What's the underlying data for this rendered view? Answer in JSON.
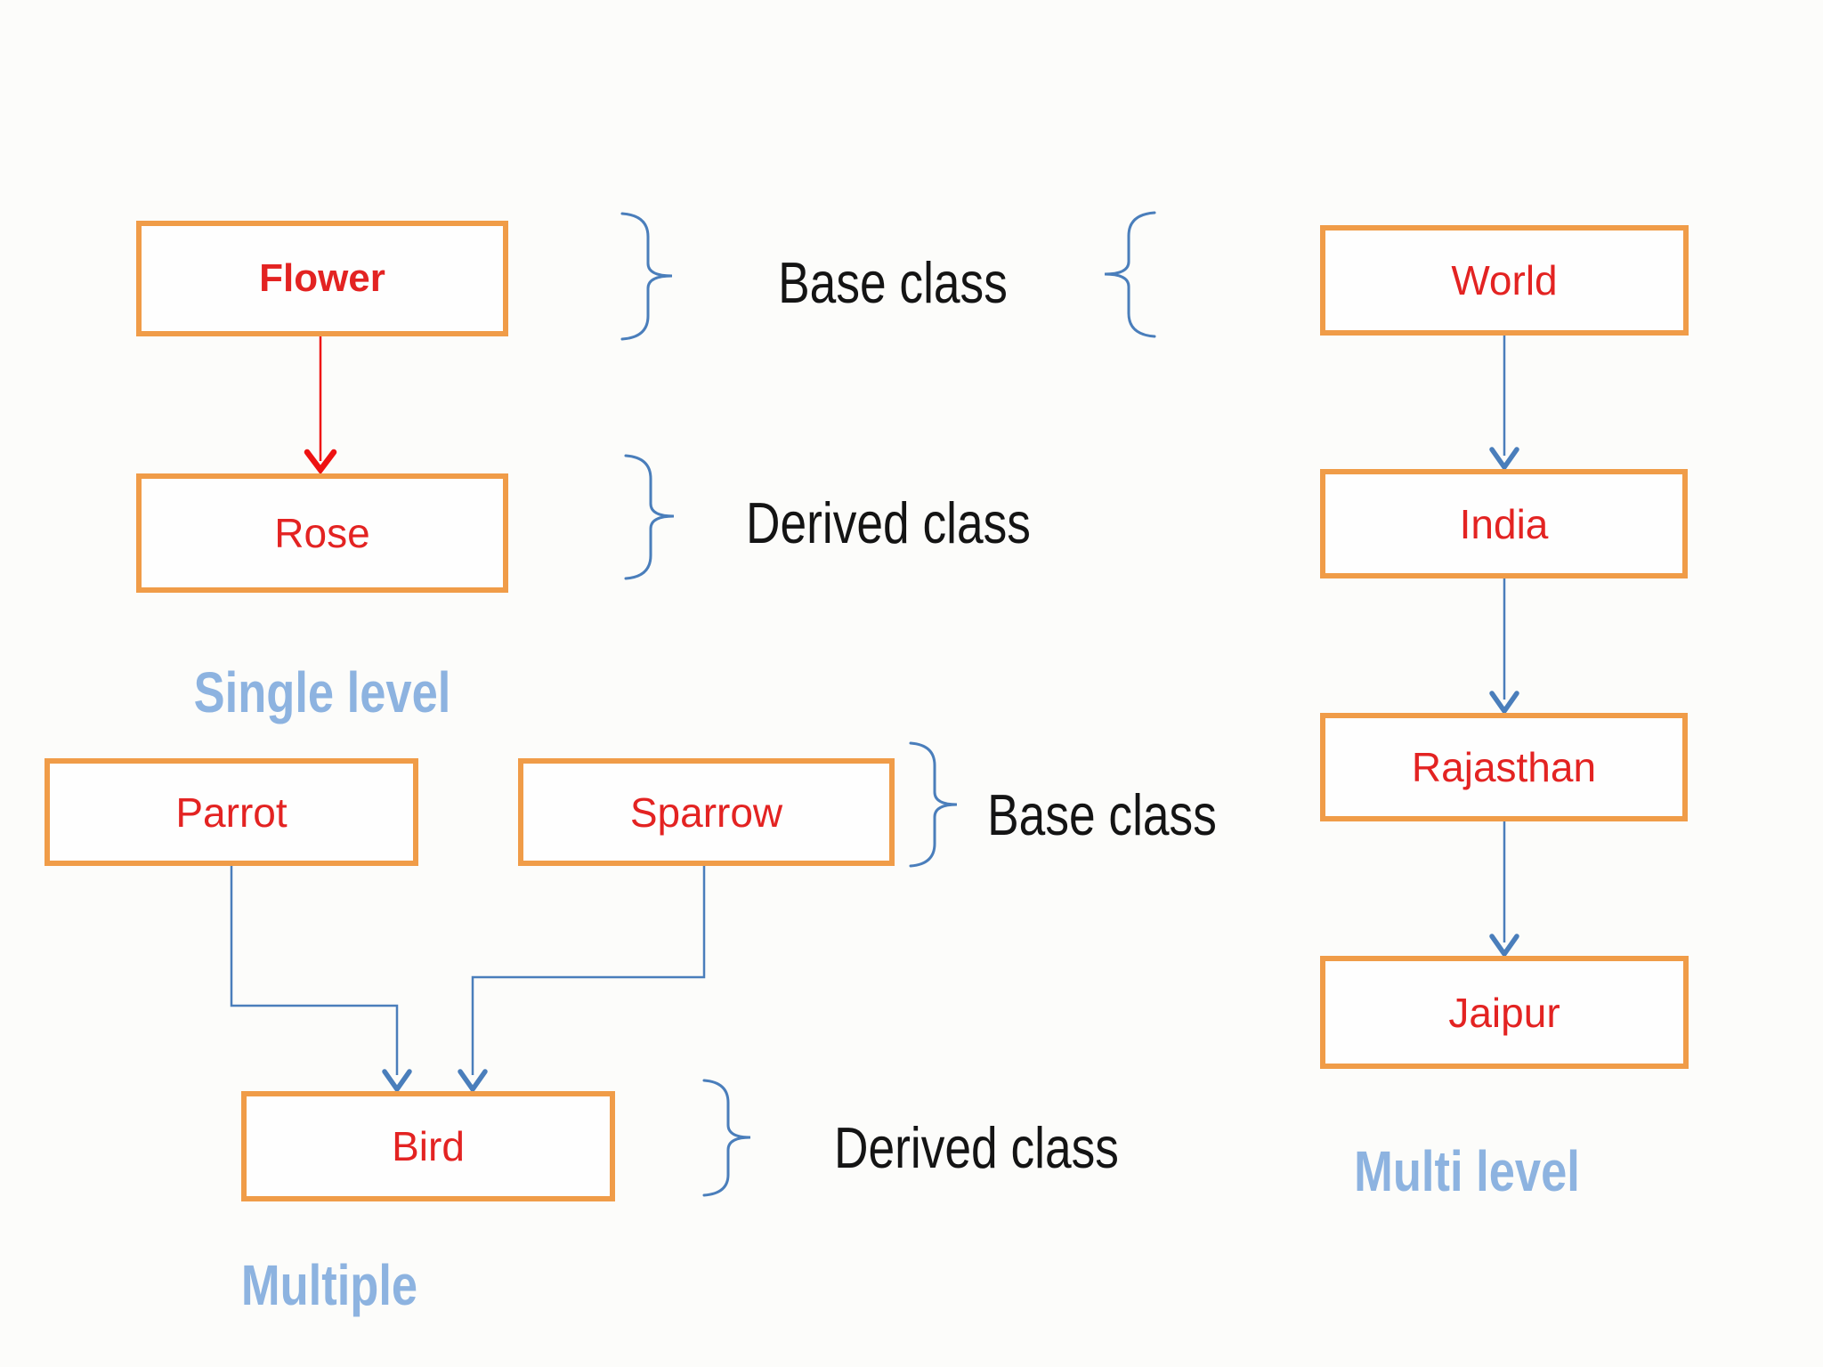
{
  "colors": {
    "background": "#fcfcfa",
    "box_border": "#f09c48",
    "box_fill": "#fefefe",
    "box_text": "#e32322",
    "red_arrow": "#ee1212",
    "connector_blue": "#4a7ebb",
    "label_blue": "#8db3e0",
    "annotation_text": "#141414"
  },
  "sections": {
    "single_level": {
      "title": "Single level",
      "base_box": "Flower",
      "derived_box": "Rose",
      "base_annotation": "Base class",
      "derived_annotation": "Derived class"
    },
    "multiple": {
      "title": "Multiple",
      "base_box_1": "Parrot",
      "base_box_2": "Sparrow",
      "derived_box": "Bird",
      "base_annotation": "Base class",
      "derived_annotation": "Derived class"
    },
    "multi_level": {
      "title": "Multi level",
      "boxes": [
        "World",
        "India",
        "Rajasthan",
        "Jaipur"
      ]
    }
  }
}
